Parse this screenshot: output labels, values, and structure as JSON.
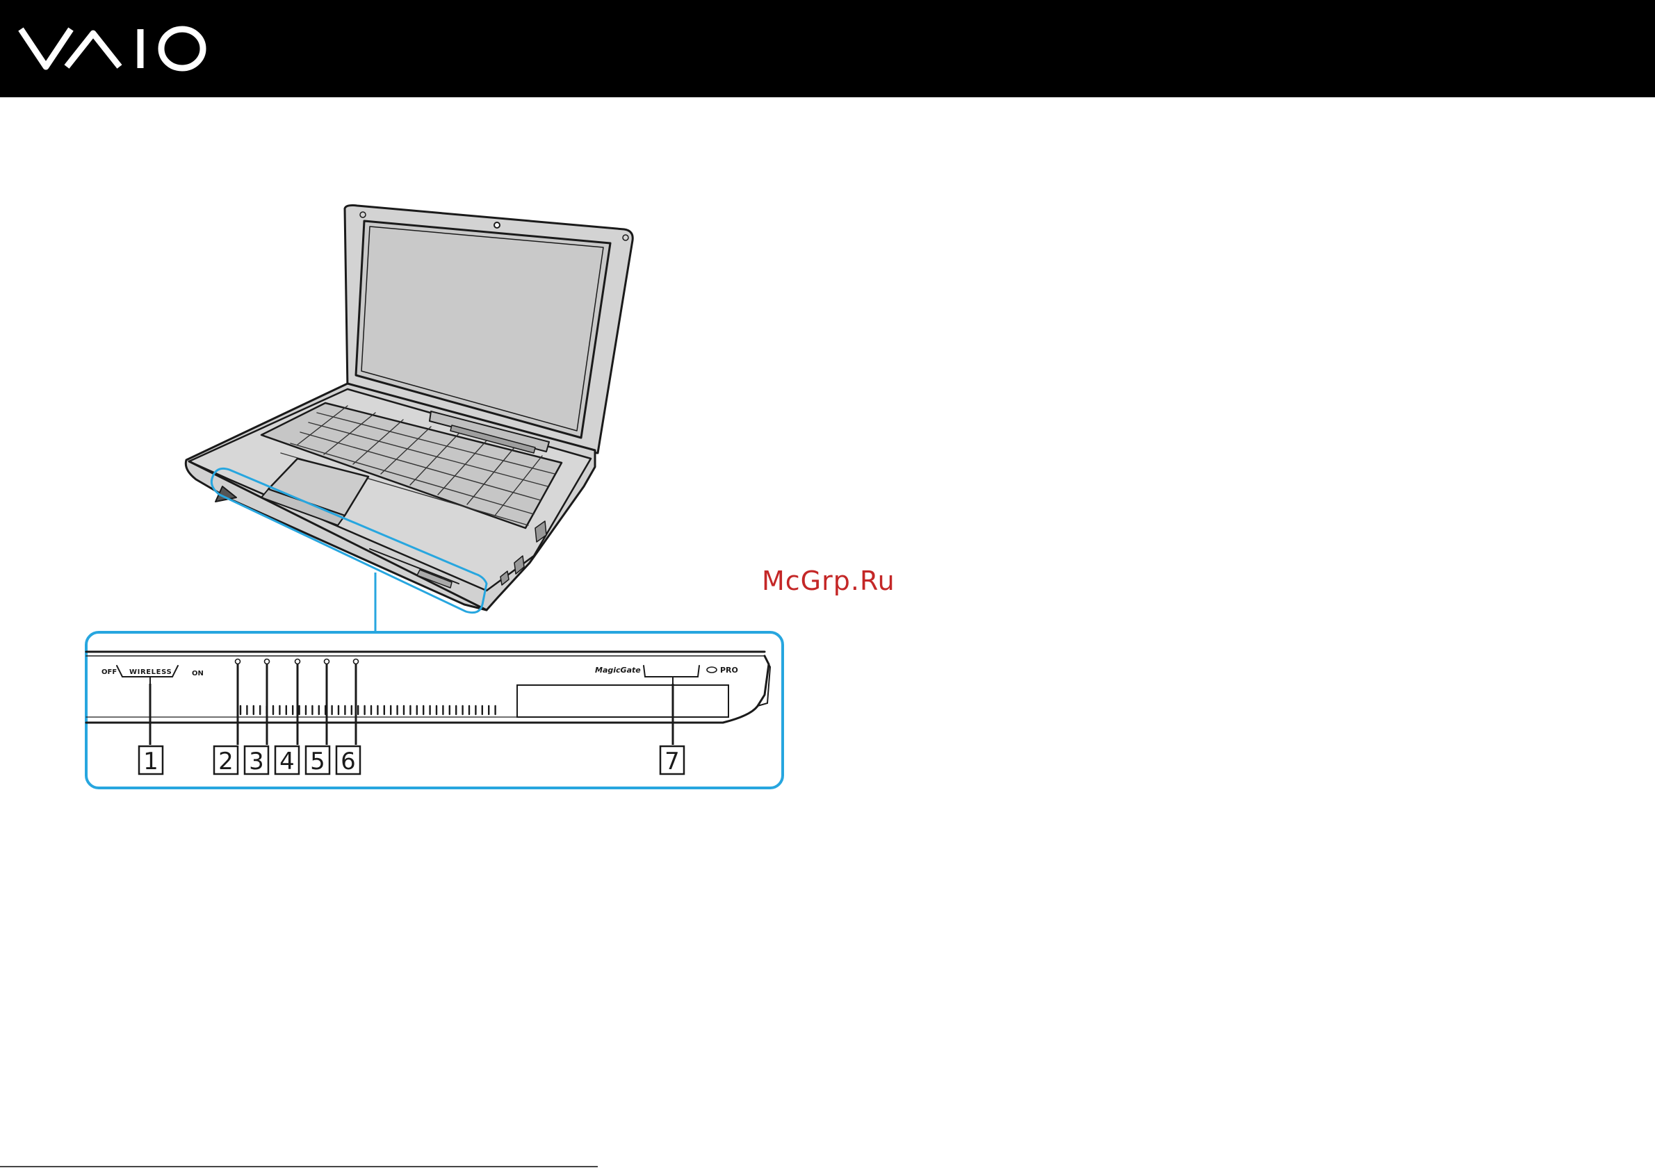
{
  "header": {
    "logo_text": "VAIO",
    "background_color": "#000000",
    "logo_color": "#ffffff"
  },
  "illustration": {
    "accent_color": "#27a6df",
    "front_panel": {
      "switch_label_off": "OFF",
      "switch_label_wireless": "WIRELESS",
      "switch_label_on": "ON",
      "magicgate_label": "MagicGate",
      "pro_label": "PRO"
    },
    "callouts": [
      "1",
      "2",
      "3",
      "4",
      "5",
      "6",
      "7"
    ]
  },
  "watermark": {
    "text": "McGrp.Ru",
    "color": "#c42727"
  }
}
